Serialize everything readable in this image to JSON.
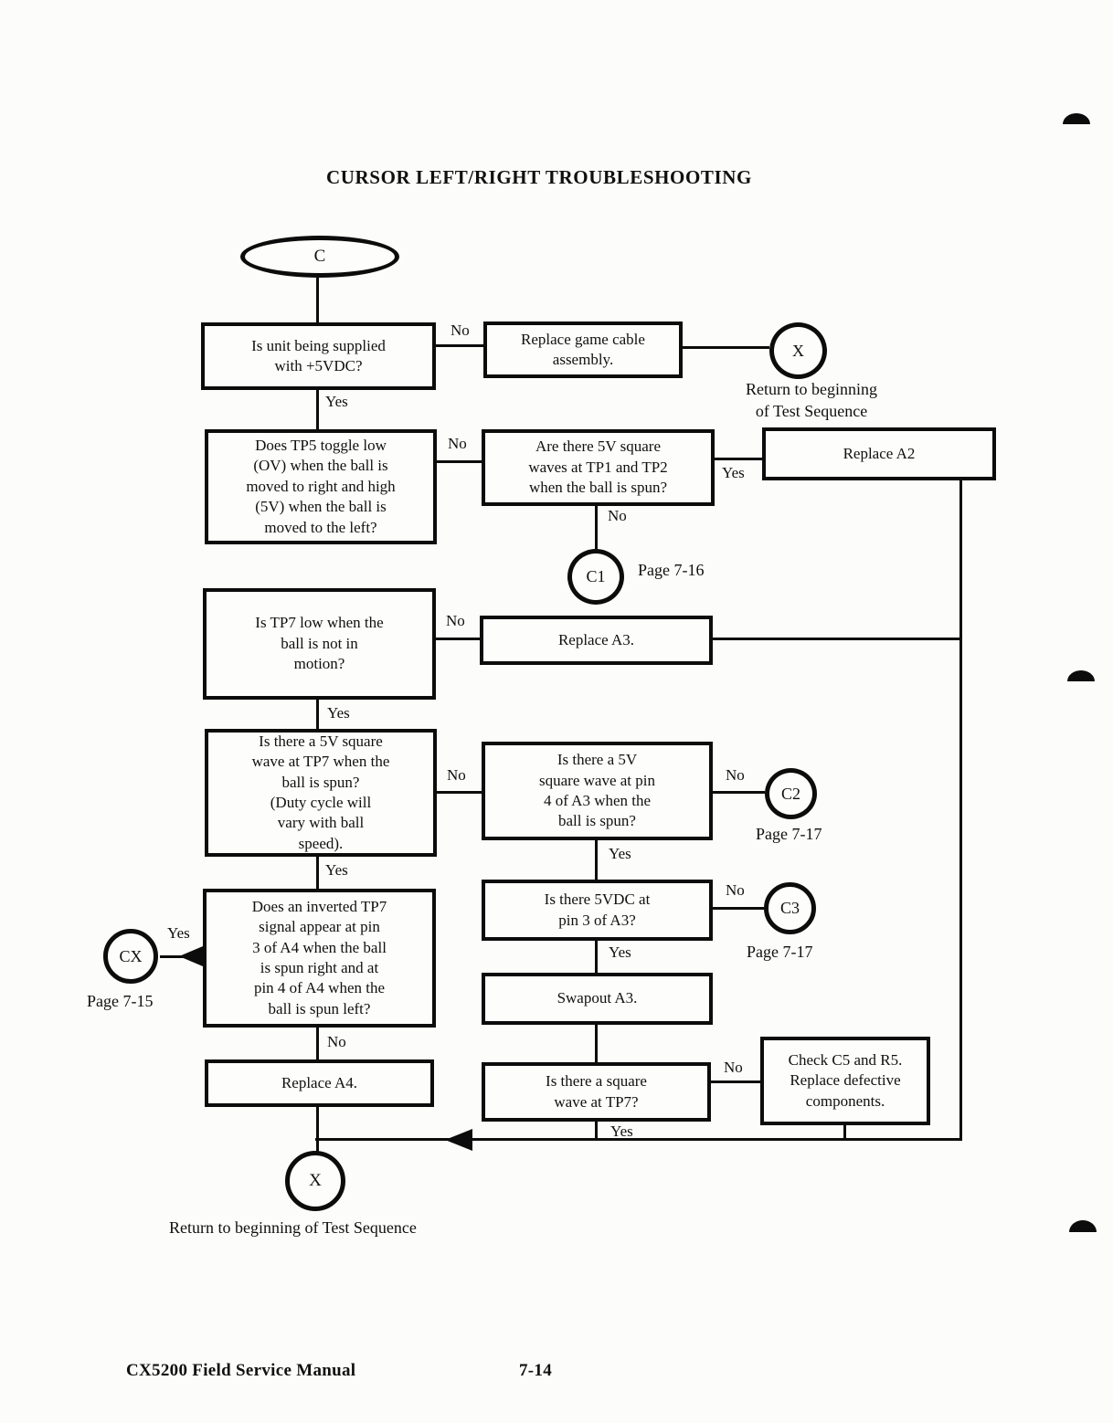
{
  "page": {
    "title": "CURSOR LEFT/RIGHT TROUBLESHOOTING",
    "footer_left": "CX5200 Field Service Manual",
    "footer_page": "7-14"
  },
  "labels": {
    "yes": "Yes",
    "no": "No"
  },
  "terminals": {
    "start": {
      "text": "C"
    },
    "x_top": {
      "text": "X",
      "caption": "Return to beginning\nof Test Sequence"
    },
    "x_bottom": {
      "text": "X",
      "caption": "Return to beginning of Test Sequence"
    },
    "c1": {
      "text": "C1",
      "page": "Page 7-16"
    },
    "c2": {
      "text": "C2",
      "page": "Page 7-17"
    },
    "c3": {
      "text": "C3",
      "page": "Page 7-17"
    },
    "cx": {
      "text": "CX",
      "page": "Page 7-15"
    }
  },
  "boxes": {
    "q_supply": {
      "text": "Is unit being supplied\nwith +5VDC?"
    },
    "a_cable": {
      "text": "Replace game cable\nassembly."
    },
    "q_tp5": {
      "text": "Does TP5 toggle low\n(OV) when the ball is\nmoved to right and high\n(5V) when the ball is\nmoved to the left?"
    },
    "q_waves": {
      "text": "Are there 5V square\nwaves at TP1 and TP2\nwhen the ball is spun?"
    },
    "a_a2": {
      "text": "Replace A2"
    },
    "q_tp7low": {
      "text": "Is TP7 low when the\nball is not in\nmotion?"
    },
    "a_a3": {
      "text": "Replace A3."
    },
    "q_tp7sq": {
      "text": "Is there a 5V square\nwave at TP7 when the\nball is spun?\n(Duty cycle will\nvary with ball\nspeed)."
    },
    "q_pin4": {
      "text": "Is there a 5V\nsquare wave at pin\n4 of A3 when the\nball is spun?"
    },
    "q_5vdc": {
      "text": "Is there 5VDC at\npin 3 of A3?"
    },
    "a_swap": {
      "text": "Swapout A3."
    },
    "q_inverted": {
      "text": "Does an inverted TP7\nsignal appear at pin\n3 of A4 when the ball\nis spun right and at\npin 4 of A4 when the\nball is spun left?"
    },
    "a_a4": {
      "text": "Replace A4."
    },
    "q_sqtp7": {
      "text": "Is there a square\nwave at TP7?"
    },
    "a_check": {
      "text": "Check C5 and R5.\nReplace defective\ncomponents."
    }
  }
}
